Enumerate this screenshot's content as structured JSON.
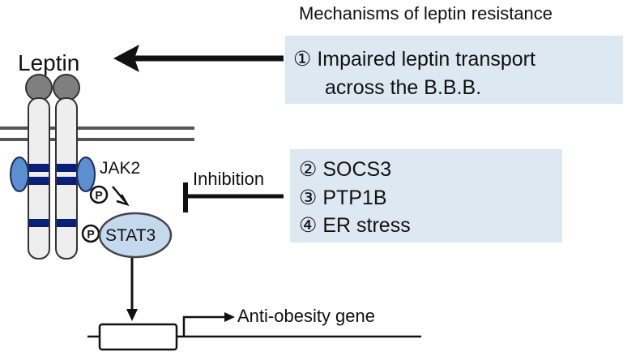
{
  "title": "Mechanisms of leptin resistance",
  "labels": {
    "leptin": "Leptin",
    "jak2": "JAK2",
    "stat3": "STAT3",
    "phospho": "P",
    "inhibition": "Inhibition",
    "gene": "Anti-obesity gene"
  },
  "box1": {
    "lines": [
      "① Impaired leptin transport",
      "across the B.B.B."
    ]
  },
  "box2": {
    "lines": [
      "② SOCS3",
      "③ PTP1B",
      "④ ER stress"
    ]
  },
  "colors": {
    "box_fill": "#dde8f3",
    "receptor_band": "#0a1f7a",
    "jak_fill": "#5b8fd0",
    "stat3_fill": "#c5d9ee",
    "leptin_ball": "#7f7f7f",
    "membrane": "#555555"
  }
}
